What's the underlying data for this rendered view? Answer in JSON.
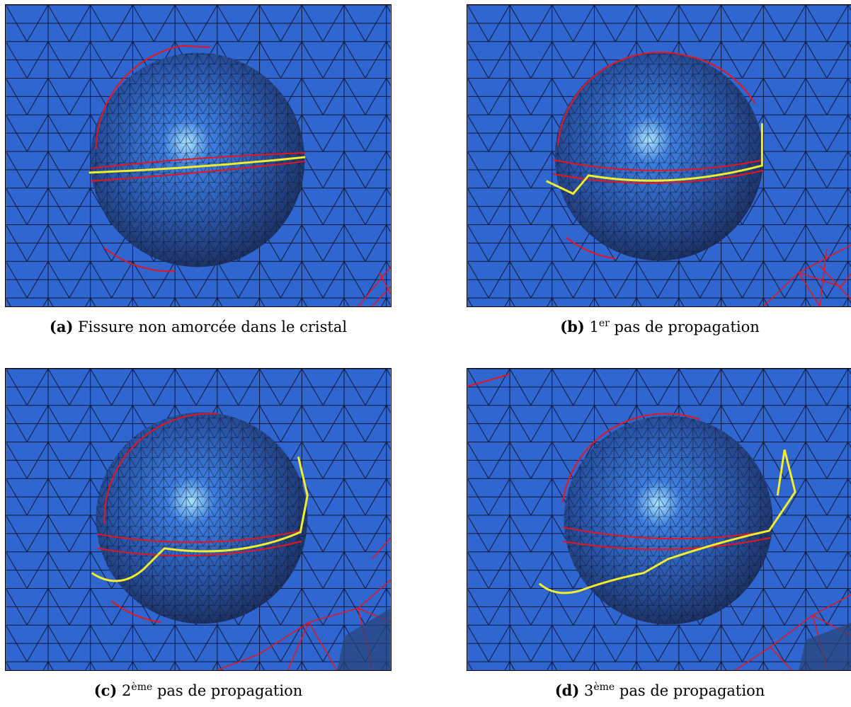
{
  "colors": {
    "background": "#3066cf",
    "mesh_line": "#0b1636",
    "sphere_dark": "#1b2d5a",
    "sphere_highlight": "#a9e4ff",
    "boundary": "#e8141e",
    "crack_front": "#f2ee2a"
  },
  "panels": [
    {
      "label": "(a)",
      "superscript": "",
      "caption": "Fissure non amorcée dans le cristal",
      "prefix": ""
    },
    {
      "label": "(b)",
      "prefix": "1",
      "superscript": "er",
      "caption": " pas de propagation"
    },
    {
      "label": "(c)",
      "prefix": "2",
      "superscript": "ème",
      "caption": " pas de propagation"
    },
    {
      "label": "(d)",
      "prefix": "3",
      "superscript": "ème",
      "caption": " pas de propagation"
    }
  ]
}
